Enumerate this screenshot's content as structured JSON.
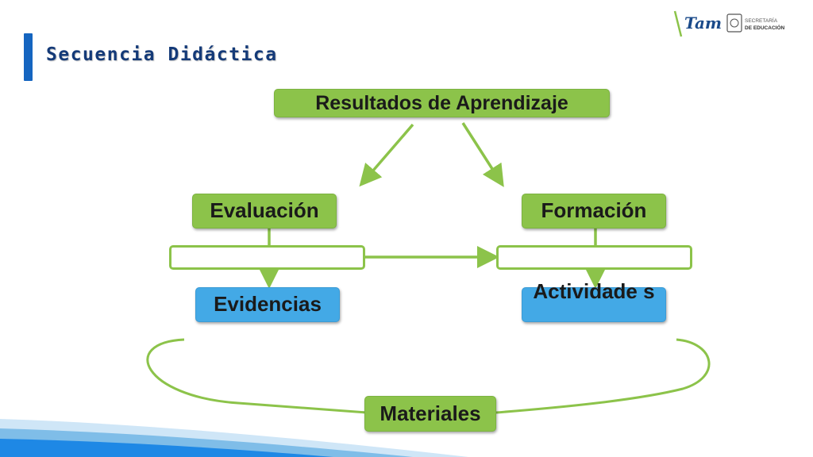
{
  "slide": {
    "title": "Secuencia Didáctica"
  },
  "logo": {
    "brand": "Tam",
    "line1": "SECRETARÍA",
    "line2": "DE EDUCACIÓN"
  },
  "diagram": {
    "resultados": "Resultados de Aprendizaje",
    "evaluacion": "Evaluación",
    "formacion": "Formación",
    "evidencias": "Evidencias",
    "actividades": "Actividade s",
    "materiales": "Materiales"
  },
  "colors": {
    "title": "#143a78",
    "accent_blue": "#1565c0",
    "green": "#8cc34a",
    "blue_box": "#43a9e6",
    "footer_blue": "#1e88e5"
  }
}
